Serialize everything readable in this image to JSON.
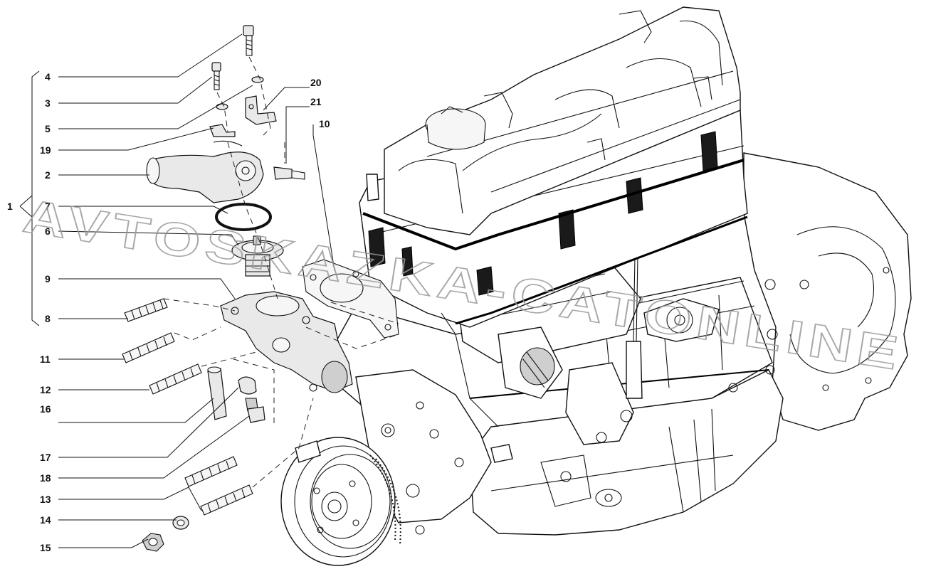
{
  "watermark": "AVTOSKAZKA-CATONLINE",
  "callouts": [
    {
      "id": "1",
      "label": "1"
    },
    {
      "id": "2",
      "label": "2"
    },
    {
      "id": "3",
      "label": "3"
    },
    {
      "id": "4",
      "label": "4"
    },
    {
      "id": "5",
      "label": "5"
    },
    {
      "id": "6",
      "label": "6"
    },
    {
      "id": "7",
      "label": "7"
    },
    {
      "id": "8",
      "label": "8"
    },
    {
      "id": "9",
      "label": "9"
    },
    {
      "id": "10",
      "label": "10"
    },
    {
      "id": "11",
      "label": "11"
    },
    {
      "id": "12",
      "label": "12"
    },
    {
      "id": "13",
      "label": "13"
    },
    {
      "id": "14",
      "label": "14"
    },
    {
      "id": "15",
      "label": "15"
    },
    {
      "id": "16",
      "label": "16"
    },
    {
      "id": "17",
      "label": "17"
    },
    {
      "id": "18",
      "label": "18"
    },
    {
      "id": "19",
      "label": "19"
    },
    {
      "id": "20",
      "label": "20"
    },
    {
      "id": "21",
      "label": "21"
    }
  ],
  "colors": {
    "line": "#111111",
    "watermark": "#9a9a9a",
    "part_fill": "#e9e9e9",
    "background": "#ffffff"
  }
}
